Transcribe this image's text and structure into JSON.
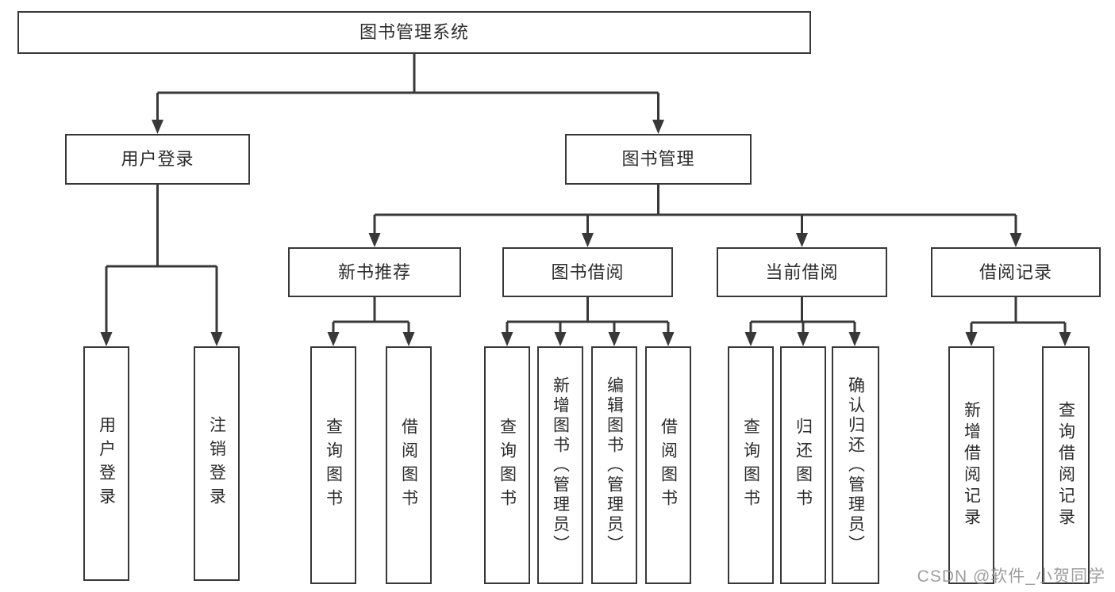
{
  "diagram": {
    "type": "hierarchy-tree",
    "colors": {
      "line": "#383838",
      "border": "#383838",
      "text": "#2b2b2b",
      "background": "#ffffff",
      "watermark": "#949494"
    },
    "root": {
      "label": "图书管理系统"
    },
    "level2": [
      {
        "label": "用户登录"
      },
      {
        "label": "图书管理"
      }
    ],
    "level3": [
      {
        "label": "新书推荐"
      },
      {
        "label": "图书借阅"
      },
      {
        "label": "当前借阅"
      },
      {
        "label": "借阅记录"
      }
    ],
    "leaves": {
      "user_login": [
        "用户登录",
        "注销登录"
      ],
      "new_book": [
        "查询图书",
        "借阅图书"
      ],
      "book_borrow": [
        "查询图书",
        "新增图书（管理员）",
        "编辑图书（管理员）",
        "借阅图书"
      ],
      "current_borrow": [
        "查询图书",
        "归还图书",
        "确认归还（管理员）"
      ],
      "borrow_record": [
        "新增借阅记录",
        "查询借阅记录"
      ]
    },
    "watermark": "CSDN @软件_小贺同学"
  }
}
